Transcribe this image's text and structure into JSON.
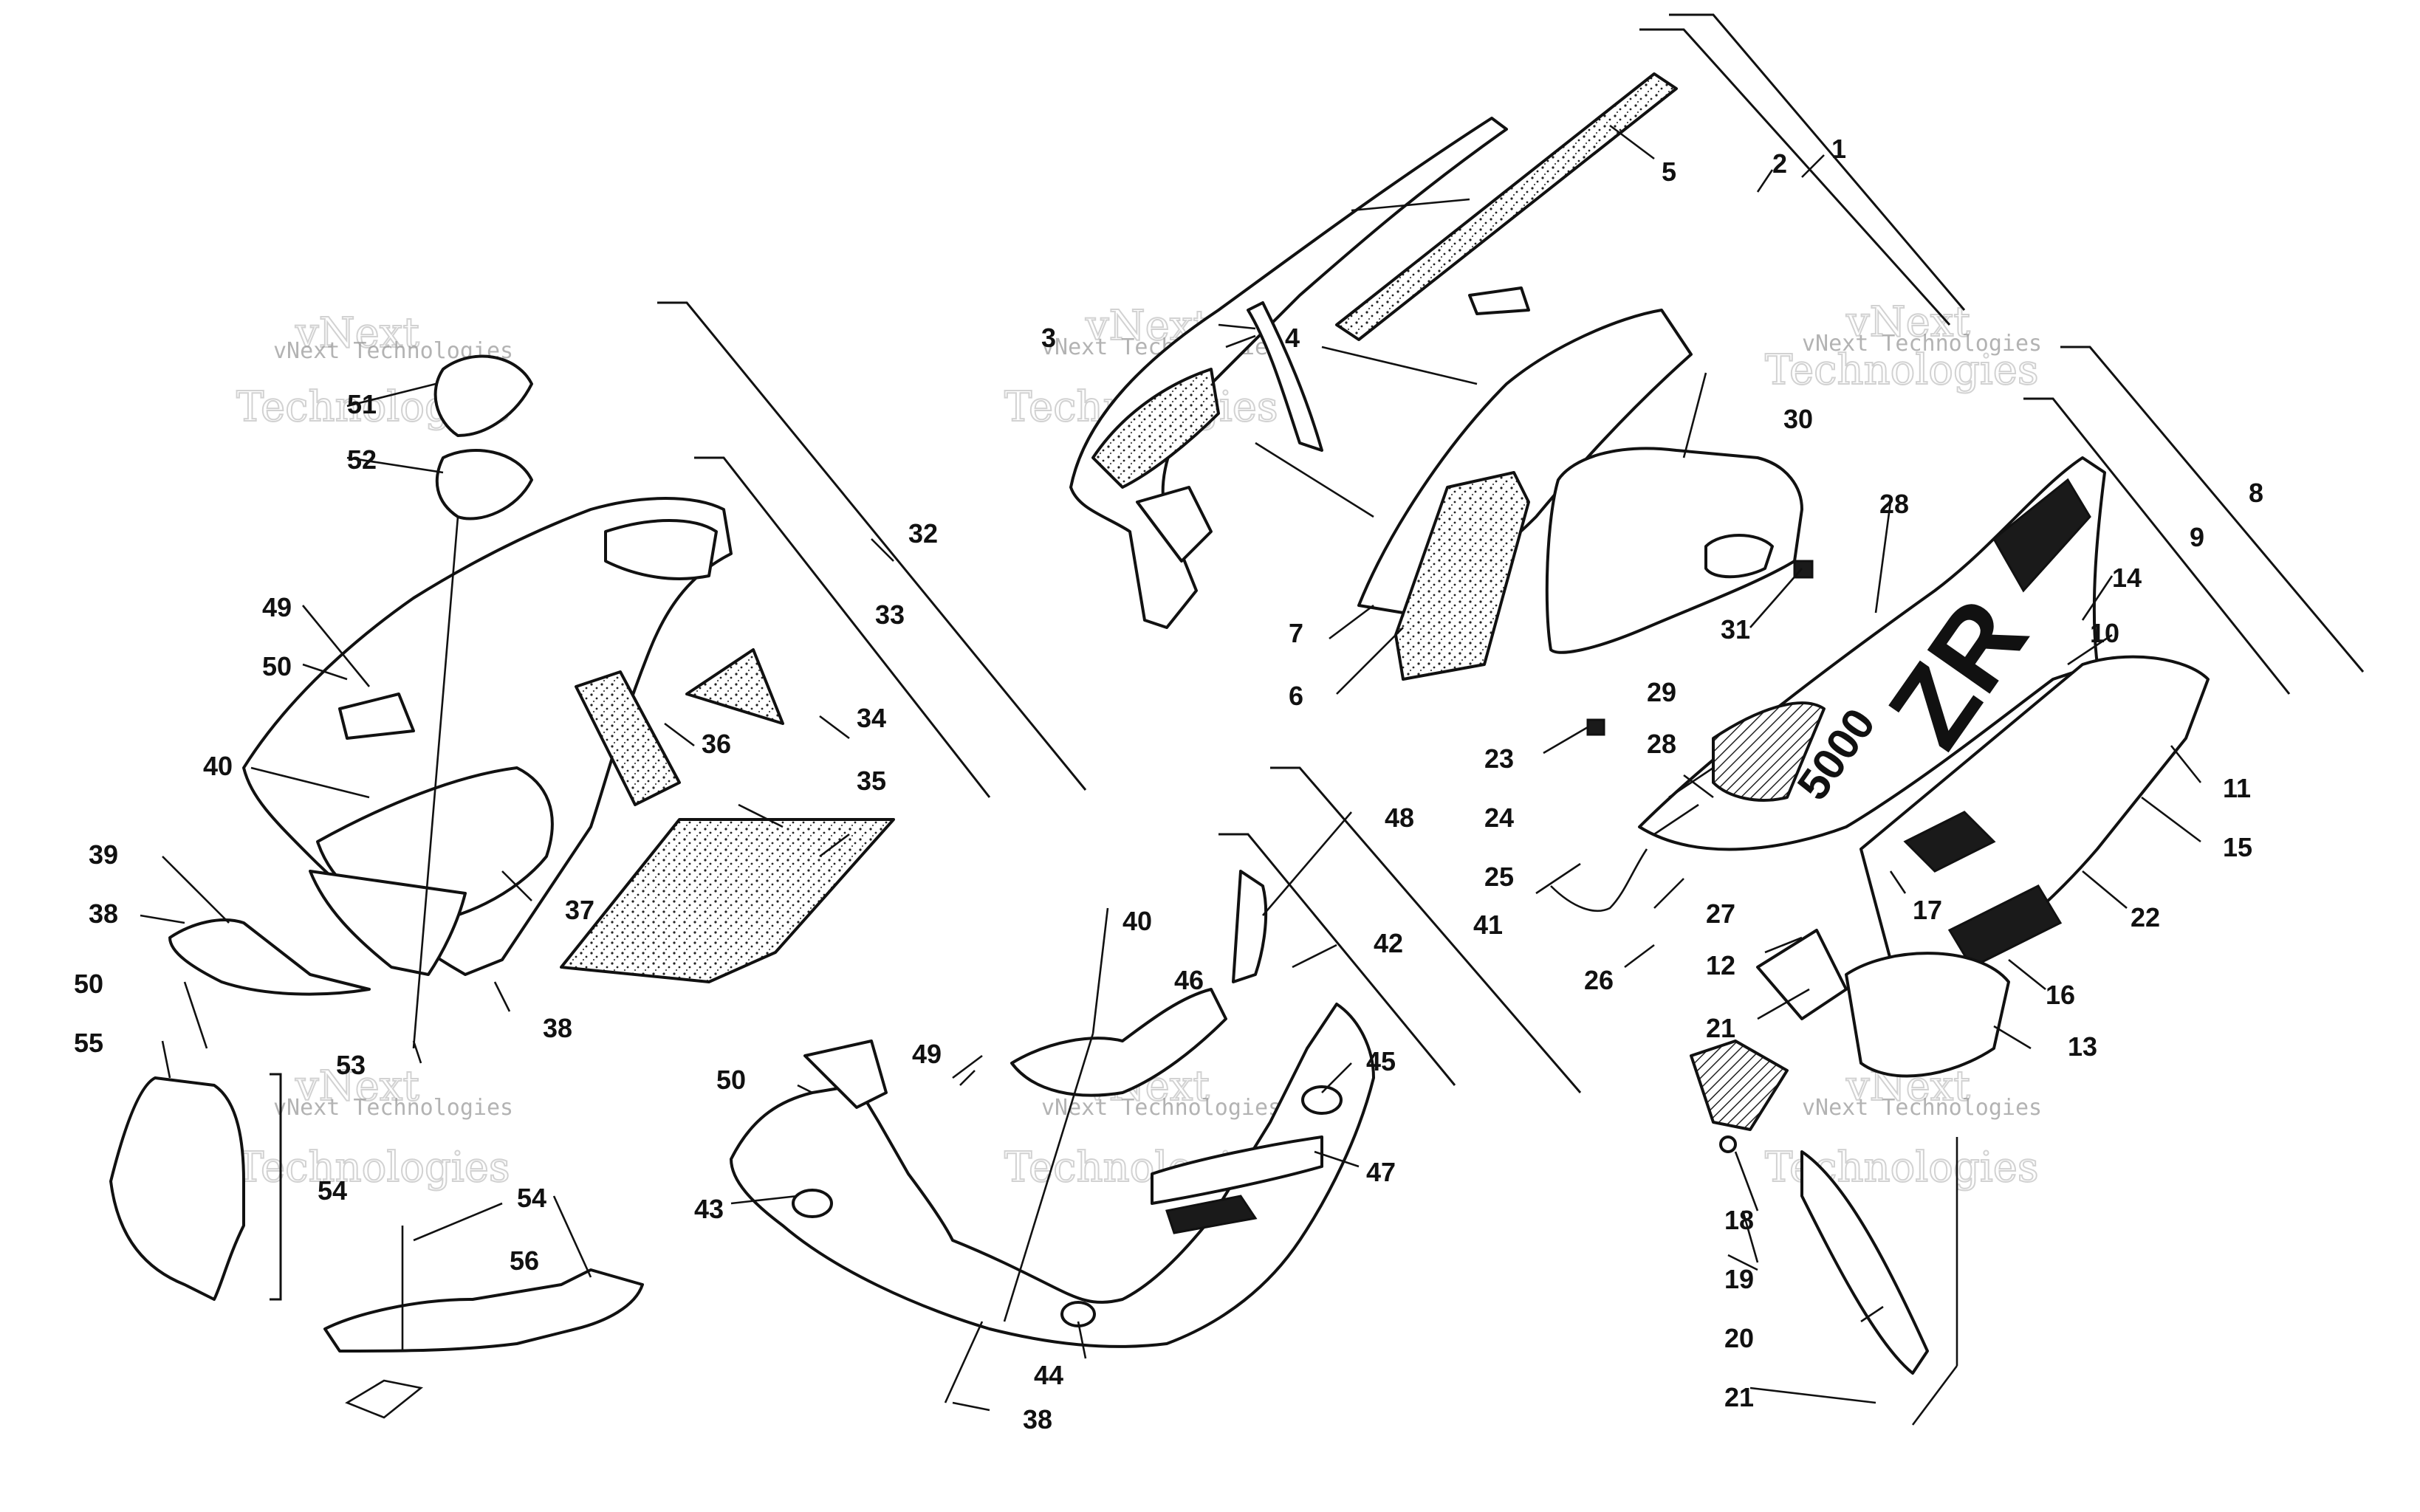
{
  "watermark": {
    "line1": "vNext",
    "line2": "vNext Technologies",
    "line3": "Technologies"
  },
  "decal_text": "ZR",
  "decal_subtext": "5000",
  "callouts": {
    "c1": "1",
    "c2": "2",
    "c3": "3",
    "c4": "4",
    "c5": "5",
    "c6": "6",
    "c7": "7",
    "c8": "8",
    "c9": "9",
    "c10": "10",
    "c11": "11",
    "c12": "12",
    "c13": "13",
    "c14": "14",
    "c15": "15",
    "c16": "16",
    "c17": "17",
    "c18": "18",
    "c19": "19",
    "c20": "20",
    "c21a": "21",
    "c21b": "21",
    "c22": "22",
    "c23": "23",
    "c24": "24",
    "c25": "25",
    "c26": "26",
    "c27": "27",
    "c28a": "28",
    "c28b": "28",
    "c29": "29",
    "c30": "30",
    "c31": "31",
    "c32": "32",
    "c33": "33",
    "c34": "34",
    "c35": "35",
    "c36": "36",
    "c37": "37",
    "c38a": "38",
    "c38b": "38",
    "c38c": "38",
    "c39": "39",
    "c40a": "40",
    "c40b": "40",
    "c41": "41",
    "c42": "42",
    "c43": "43",
    "c44": "44",
    "c45": "45",
    "c46": "46",
    "c47": "47",
    "c48": "48",
    "c49a": "49",
    "c49b": "49",
    "c50a": "50",
    "c50b": "50",
    "c50c": "50",
    "c51": "51",
    "c52": "52",
    "c53": "53",
    "c54a": "54",
    "c54b": "54",
    "c55": "55",
    "c56": "56"
  }
}
